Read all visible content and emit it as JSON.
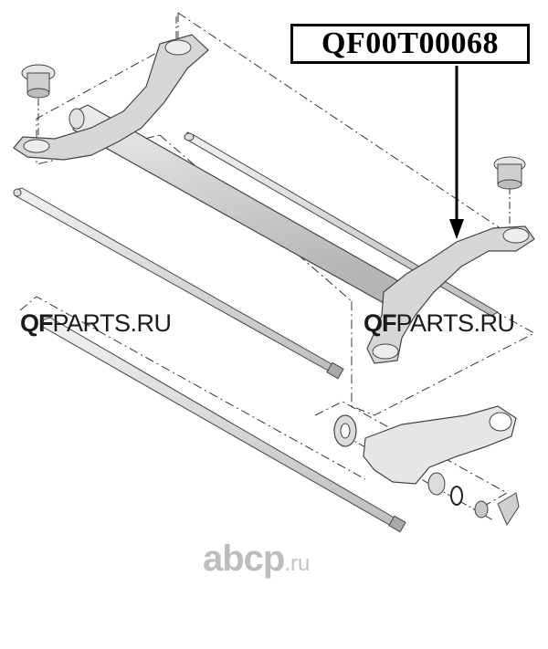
{
  "part_number": "QF00T00068",
  "watermarks": {
    "qf_prefix": "QF",
    "qf_suffix": "PARTS",
    "qf_tld": ".RU",
    "abcp_name": "abcp",
    "abcp_tld": ".ru"
  },
  "colors": {
    "line": "#3a3a3a",
    "part_fill": "#d9d9d9",
    "part_shade": "#bfbfbf",
    "dash": "#333333",
    "arrow": "#000000",
    "watermark_gray": "#bdbdbd"
  },
  "icons": {
    "arrow": "down-arrow-icon"
  }
}
